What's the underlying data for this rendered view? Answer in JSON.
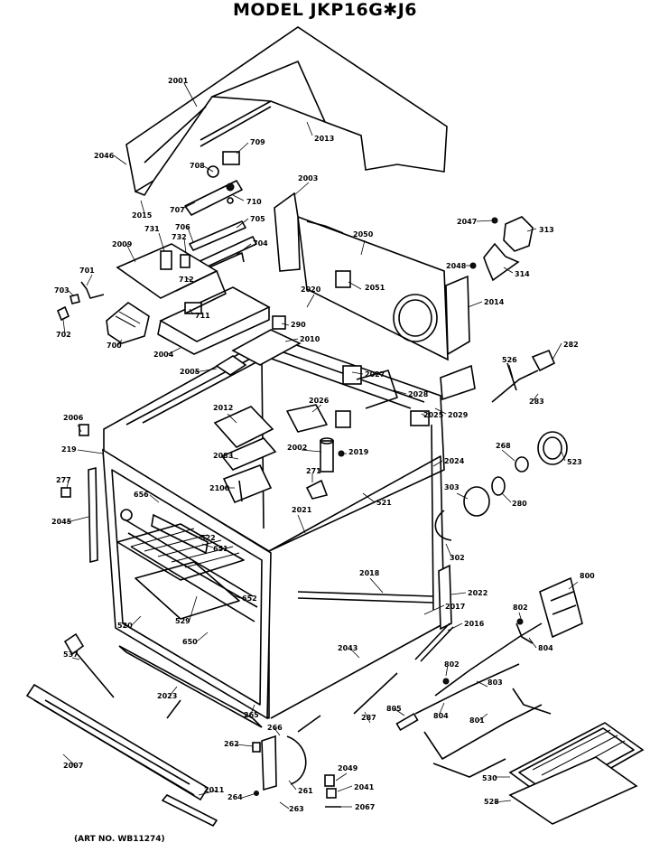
{
  "title": "MODEL JKP16G✱J6",
  "art_no": "(ART NO. WB11274)",
  "parts": [
    {
      "label": "2001"
    },
    {
      "label": "2013"
    },
    {
      "label": "2046"
    },
    {
      "label": "708"
    },
    {
      "label": "709"
    },
    {
      "label": "2015"
    },
    {
      "label": "707"
    },
    {
      "label": "710"
    },
    {
      "label": "2003"
    },
    {
      "label": "2047"
    },
    {
      "label": "313"
    },
    {
      "label": "731"
    },
    {
      "label": "706"
    },
    {
      "label": "705"
    },
    {
      "label": "732"
    },
    {
      "label": "2009"
    },
    {
      "label": "704"
    },
    {
      "label": "2050"
    },
    {
      "label": "701"
    },
    {
      "label": "2048"
    },
    {
      "label": "314"
    },
    {
      "label": "712"
    },
    {
      "label": "703"
    },
    {
      "label": "2051"
    },
    {
      "label": "2020"
    },
    {
      "label": "2014"
    },
    {
      "label": "711"
    },
    {
      "label": "702"
    },
    {
      "label": "700"
    },
    {
      "label": "290"
    },
    {
      "label": "2010"
    },
    {
      "label": "2004"
    },
    {
      "label": "282"
    },
    {
      "label": "2005"
    },
    {
      "label": "2027"
    },
    {
      "label": "2028"
    },
    {
      "label": "526"
    },
    {
      "label": "2029"
    },
    {
      "label": "283"
    },
    {
      "label": "2012"
    },
    {
      "label": "2026"
    },
    {
      "label": "2025"
    },
    {
      "label": "2006"
    },
    {
      "label": "219"
    },
    {
      "label": "2002"
    },
    {
      "label": "2019"
    },
    {
      "label": "268"
    },
    {
      "label": "523"
    },
    {
      "label": "2083"
    },
    {
      "label": "2024"
    },
    {
      "label": "271"
    },
    {
      "label": "277"
    },
    {
      "label": "2100"
    },
    {
      "label": "521"
    },
    {
      "label": "303"
    },
    {
      "label": "280"
    },
    {
      "label": "656"
    },
    {
      "label": "2021"
    },
    {
      "label": "2045"
    },
    {
      "label": "522"
    },
    {
      "label": "651"
    },
    {
      "label": "302"
    },
    {
      "label": "2018"
    },
    {
      "label": "800"
    },
    {
      "label": "2022"
    },
    {
      "label": "2017"
    },
    {
      "label": "652"
    },
    {
      "label": "802"
    },
    {
      "label": "529"
    },
    {
      "label": "2016"
    },
    {
      "label": "520"
    },
    {
      "label": "650"
    },
    {
      "label": "804"
    },
    {
      "label": "2043"
    },
    {
      "label": "803"
    },
    {
      "label": "537"
    },
    {
      "label": "802"
    },
    {
      "label": "2023"
    },
    {
      "label": "287"
    },
    {
      "label": "805"
    },
    {
      "label": "804"
    },
    {
      "label": "265"
    },
    {
      "label": "801"
    },
    {
      "label": "266"
    },
    {
      "label": "262"
    },
    {
      "label": "2007"
    },
    {
      "label": "2049"
    },
    {
      "label": "530"
    },
    {
      "label": "2041"
    },
    {
      "label": "261"
    },
    {
      "label": "2011"
    },
    {
      "label": "264"
    },
    {
      "label": "263"
    },
    {
      "label": "2067"
    },
    {
      "label": "528"
    }
  ]
}
